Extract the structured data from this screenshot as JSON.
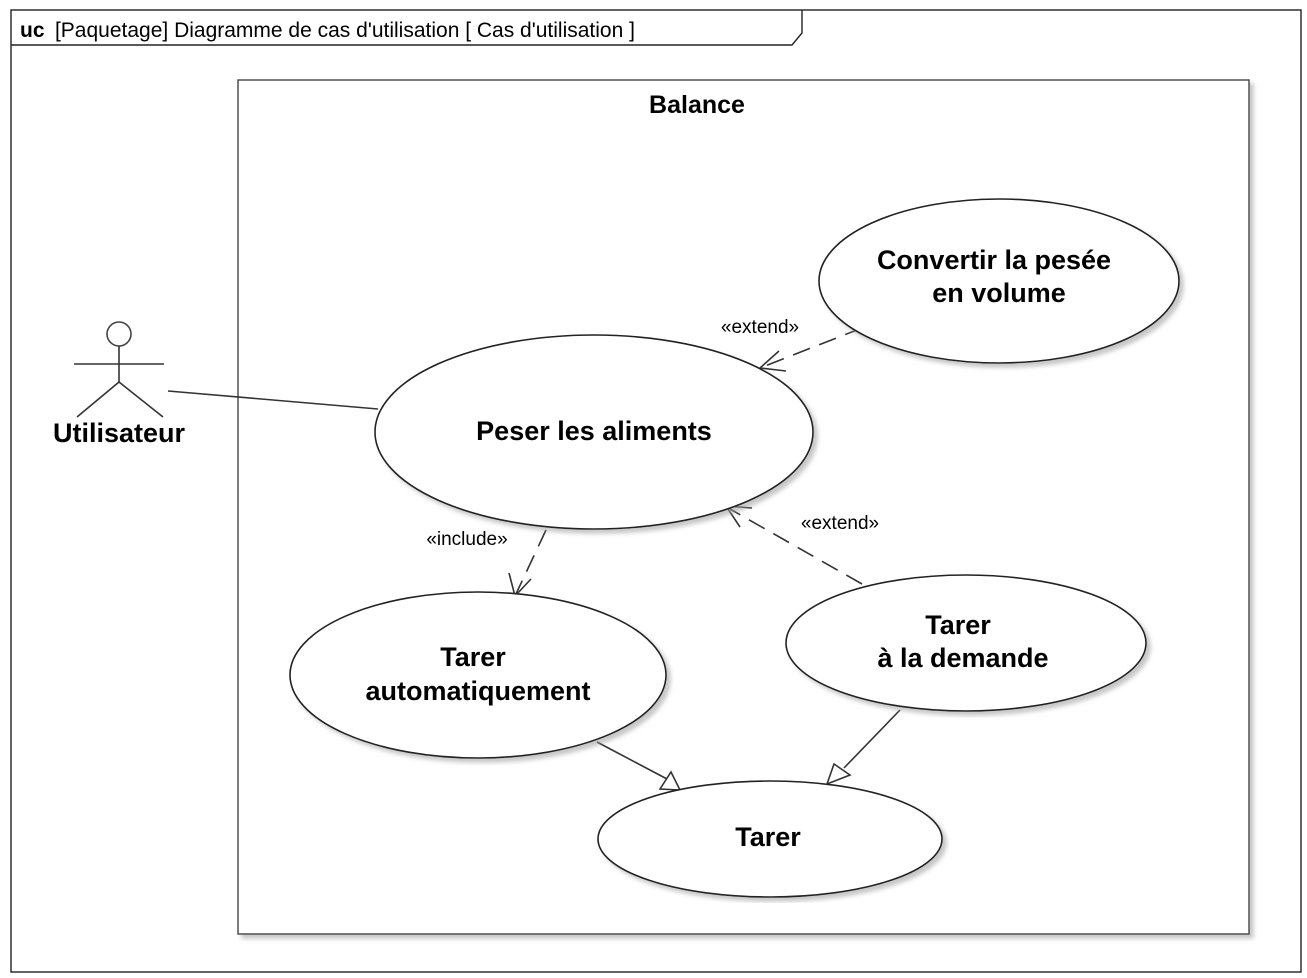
{
  "frame": {
    "keyword": "uc",
    "title": "[Paquetage] Diagramme de cas d'utilisation [ Cas d'utilisation ]"
  },
  "system": {
    "name": "Balance"
  },
  "actor": {
    "name": "Utilisateur"
  },
  "use_cases": {
    "peser": {
      "lines": [
        "Peser les aliments"
      ]
    },
    "convertir": {
      "lines": [
        "Convertir la pesée",
        "en volume"
      ]
    },
    "tarer_auto": {
      "lines": [
        "Tarer",
        "automatiquement"
      ]
    },
    "tarer_demande": {
      "lines": [
        "Tarer",
        "à la demande"
      ]
    },
    "tarer": {
      "lines": [
        "Tarer"
      ]
    }
  },
  "relationships": {
    "extend_convertir": "«extend»",
    "extend_tarer_demande": "«extend»",
    "include_tarer_auto": "«include»"
  }
}
